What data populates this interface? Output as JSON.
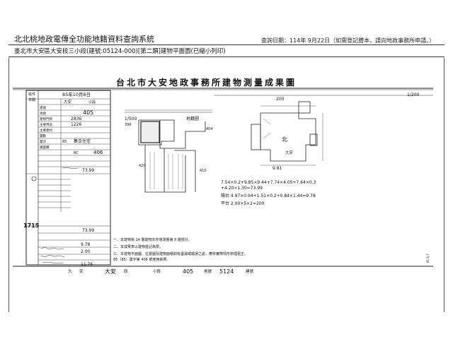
{
  "header": {
    "title": "北北桃地政電傳全功能地籍資料查詢系統",
    "query_date": "查詢日期：114年 9月22日（如需登記謄本，請向地政事務所申請。）",
    "subtitle": "臺北市大安區大安段三小段(建號:05124-000)[第二類]建物平面圖(已縮小列印)"
  },
  "plan": {
    "title": "台北市大安地政事務所建物測量成果圖",
    "side_label_1": "收件",
    "side_label_2": "日期",
    "date_value": "85年10月8日",
    "lot_number": "405",
    "col_labels": [
      "大安",
      "小段"
    ],
    "rows": [
      "建號",
      "地號",
      "建物門牌",
      "主要用途",
      "主要建材",
      "層數",
      "層次",
      "總面積"
    ],
    "row_values": [
      "",
      "",
      "2836",
      "1226",
      "85",
      "集合住宅",
      "RC",
      "406"
    ],
    "area_total": "73.99",
    "area_total_2": "73.99",
    "mini_figs": [
      "9.78",
      "2.00",
      "11.76"
    ],
    "scale_left": "1/500",
    "scale_right": "1/200",
    "notes": [
      "一、本建物係  14  層建物本件僅測量第  8  層部分。",
      "二、本成果表以建物登記為限。",
      "三、本建物平面圖、位置圖及建物面積如有遺漏或錯誤之處，應依實際情形辦理更正。",
      "    85（85）建字第 406 號使用執照。"
    ],
    "footer": [
      "大",
      "安",
      "段",
      "小段",
      "405",
      "地號",
      "5124",
      "建號"
    ],
    "calc_lines": [
      "7.54×0.2+9.85×9.44+7.74×4.05+7.64×0.3",
      "+4.20×1.30=73.99",
      "陽台 4.97×0.94+1.51×0.2+0.84×1.44=9.78",
      "平台 2.00×5×2=200"
    ],
    "dims": [
      "200",
      "9.81",
      "396",
      "404",
      "420",
      "410"
    ],
    "map_label": "地籍圖",
    "compass": "北",
    "side_number": "1715",
    "side_tiny": "81.6.7"
  }
}
